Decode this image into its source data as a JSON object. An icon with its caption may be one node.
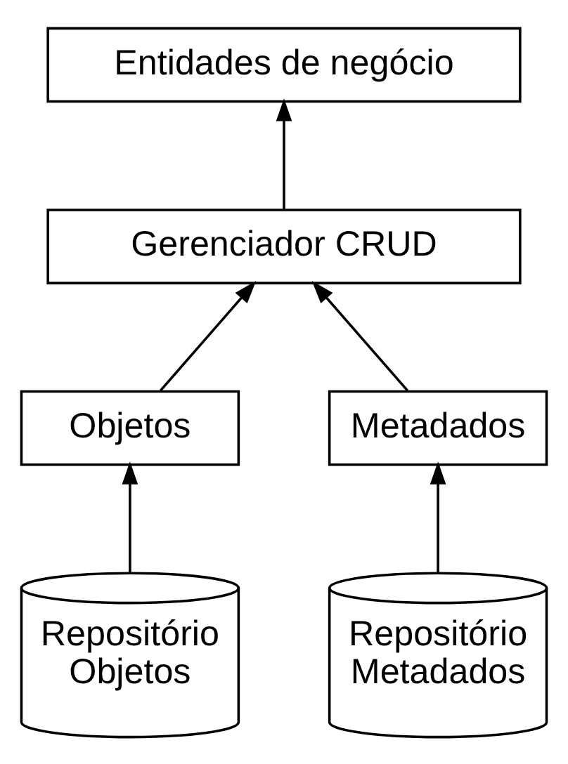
{
  "diagram": {
    "nodes": [
      {
        "text": [
          "Entidades de negócio"
        ]
      },
      {
        "text": [
          "Gerenciador CRUD"
        ]
      },
      {
        "text": [
          "Objetos"
        ]
      },
      {
        "text": [
          "Metadados"
        ]
      },
      {
        "text": [
          "Repositório Objetos"
        ]
      },
      {
        "text": [
          "Repositório Metadados"
        ]
      }
    ],
    "edges": [
      {
        "from": 1,
        "to": 0,
        "arrow": "to"
      },
      {
        "from": 2,
        "to": 1,
        "arrow": "to"
      },
      {
        "from": 3,
        "to": 1,
        "arrow": "to"
      },
      {
        "from": 4,
        "to": 2,
        "arrow": "to"
      },
      {
        "from": 5,
        "to": 3,
        "arrow": "to"
      }
    ]
  }
}
